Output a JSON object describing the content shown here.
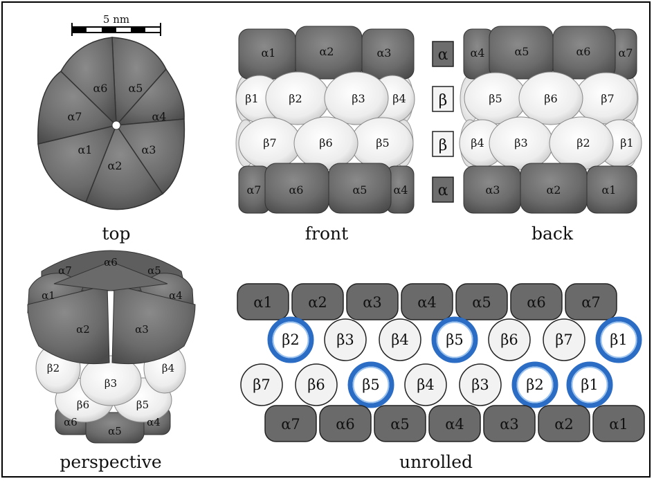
{
  "scale_bar": {
    "label": "5 nm"
  },
  "captions": {
    "top": "top",
    "front": "front",
    "back": "back",
    "perspective": "perspective",
    "unrolled": "unrolled"
  },
  "key": {
    "alpha": "α",
    "beta": "β"
  },
  "top_view": {
    "alpha_labels": [
      "α1",
      "α2",
      "α3",
      "α4",
      "α5",
      "α6",
      "α7"
    ]
  },
  "front_view": {
    "top_alpha": [
      "α1",
      "α2",
      "α3"
    ],
    "beta_row_1": [
      "β1",
      "β2",
      "β3",
      "β4"
    ],
    "beta_row_2": [
      "β7",
      "β6",
      "β5"
    ],
    "bottom_alpha": [
      "α7",
      "α6",
      "α5",
      "α4"
    ]
  },
  "back_view": {
    "top_alpha": [
      "α4",
      "α5",
      "α6",
      "α7"
    ],
    "beta_row_1": [
      "β5",
      "β6",
      "β7"
    ],
    "beta_row_2": [
      "β4",
      "β3",
      "β2",
      "β1"
    ],
    "bottom_alpha": [
      "α3",
      "α2",
      "α1"
    ]
  },
  "perspective_view": {
    "alpha_top": [
      "α7",
      "α6",
      "α5",
      "α1",
      "α4",
      "α2",
      "α3"
    ],
    "beta_1": [
      "β2",
      "β3",
      "β4"
    ],
    "beta_2": [
      "β6",
      "β5"
    ],
    "alpha_bottom": [
      "α6",
      "α5",
      "α4"
    ]
  },
  "unrolled_view": {
    "top_alpha": [
      "α1",
      "α2",
      "α3",
      "α4",
      "α5",
      "α6",
      "α7"
    ],
    "beta_row_1": [
      "β2",
      "β3",
      "β4",
      "β5",
      "β6",
      "β7",
      "β1"
    ],
    "beta_row_2": [
      "β7",
      "β6",
      "β5",
      "β4",
      "β3",
      "β2",
      "β1"
    ],
    "bottom_alpha": [
      "α7",
      "α6",
      "α5",
      "α4",
      "α3",
      "α2",
      "α1"
    ],
    "active_beta_row_1": [
      "β2",
      "β5",
      "β1"
    ],
    "active_beta_row_2": [
      "β5",
      "β2",
      "β1"
    ]
  },
  "colors": {
    "alpha": "#6a6a6a",
    "beta": "#f2f2f2",
    "active_ring": "#2b6cc4",
    "outline": "#222222"
  }
}
